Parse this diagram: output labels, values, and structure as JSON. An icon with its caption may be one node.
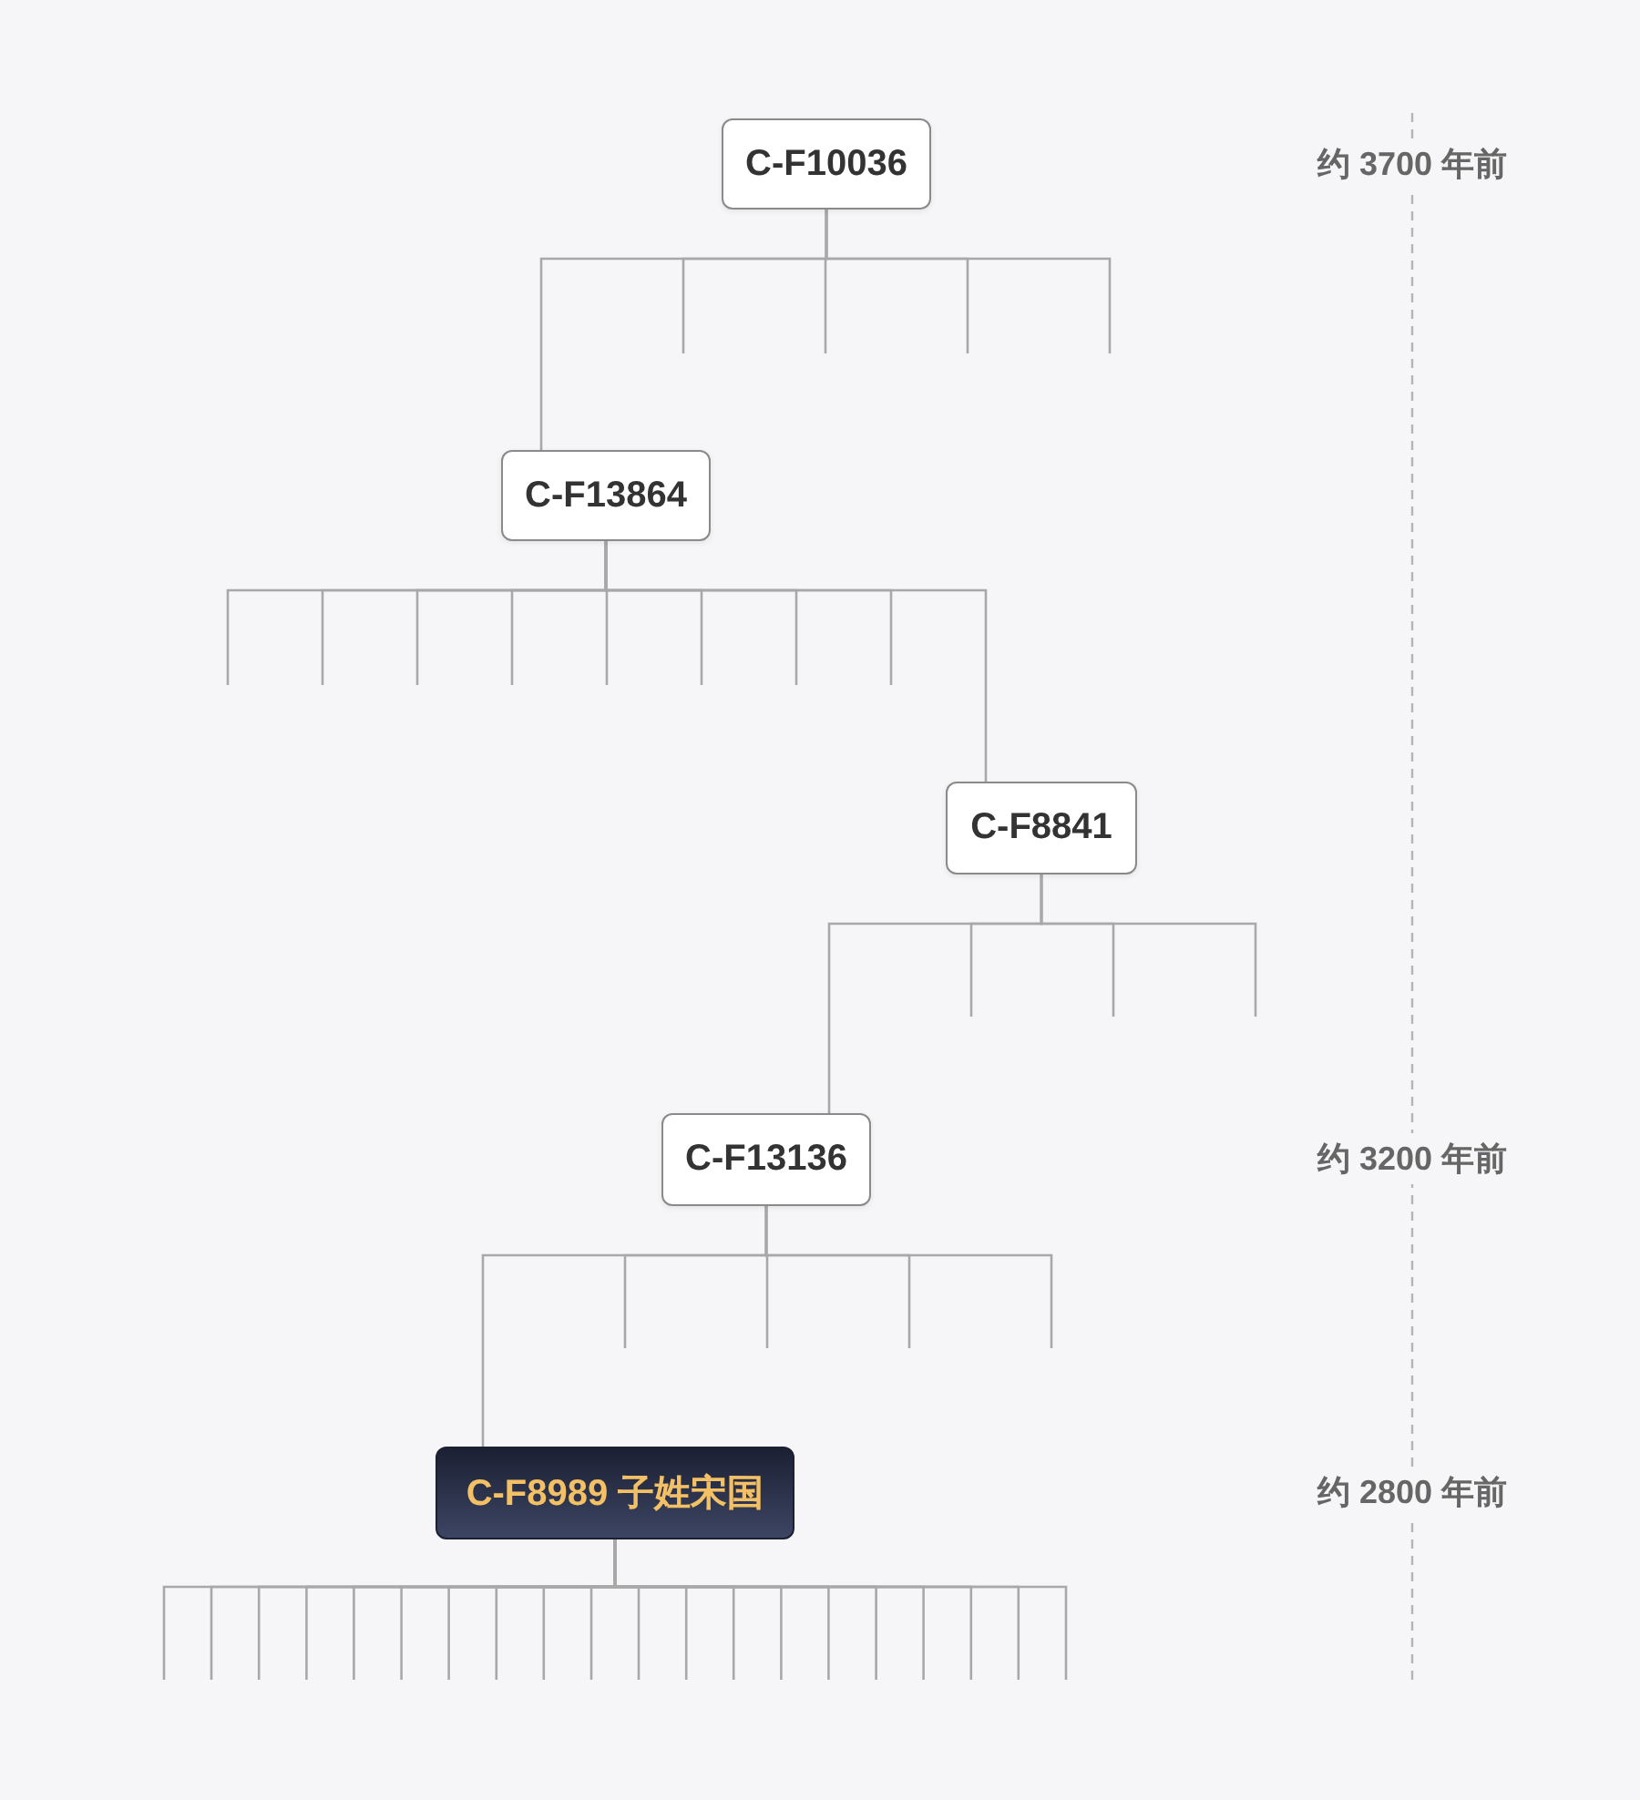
{
  "diagram": {
    "nodes": [
      {
        "text": [
          "C-F10036"
        ]
      },
      {
        "text": [
          "C-F13864"
        ]
      },
      {
        "text": [
          "C-F8841"
        ]
      },
      {
        "text": [
          "C-F13136"
        ]
      },
      {
        "text": [
          "C-F8989 子姓宋国"
        ]
      }
    ],
    "edges": [
      {
        "from": 0,
        "to": 1,
        "arrow": "none"
      },
      {
        "from": 0,
        "to": null,
        "arrow": "none"
      },
      {
        "from": 0,
        "to": null,
        "arrow": "none"
      },
      {
        "from": 0,
        "to": null,
        "arrow": "none"
      },
      {
        "from": 0,
        "to": null,
        "arrow": "none"
      },
      {
        "from": 1,
        "to": null,
        "arrow": "none"
      },
      {
        "from": 1,
        "to": null,
        "arrow": "none"
      },
      {
        "from": 1,
        "to": null,
        "arrow": "none"
      },
      {
        "from": 1,
        "to": null,
        "arrow": "none"
      },
      {
        "from": 1,
        "to": null,
        "arrow": "none"
      },
      {
        "from": 1,
        "to": null,
        "arrow": "none"
      },
      {
        "from": 1,
        "to": null,
        "arrow": "none"
      },
      {
        "from": 1,
        "to": null,
        "arrow": "none"
      },
      {
        "from": 1,
        "to": 2,
        "arrow": "none"
      },
      {
        "from": 2,
        "to": 3,
        "arrow": "none"
      },
      {
        "from": 2,
        "to": null,
        "arrow": "none"
      },
      {
        "from": 2,
        "to": null,
        "arrow": "none"
      },
      {
        "from": 2,
        "to": null,
        "arrow": "none"
      },
      {
        "from": 3,
        "to": 4,
        "arrow": "none"
      },
      {
        "from": 3,
        "to": null,
        "arrow": "none"
      },
      {
        "from": 3,
        "to": null,
        "arrow": "none"
      },
      {
        "from": 3,
        "to": null,
        "arrow": "none"
      },
      {
        "from": 3,
        "to": null,
        "arrow": "none"
      },
      {
        "from": 4,
        "to": null,
        "arrow": "none"
      },
      {
        "from": 4,
        "to": null,
        "arrow": "none"
      },
      {
        "from": 4,
        "to": null,
        "arrow": "none"
      },
      {
        "from": 4,
        "to": null,
        "arrow": "none"
      },
      {
        "from": 4,
        "to": null,
        "arrow": "none"
      },
      {
        "from": 4,
        "to": null,
        "arrow": "none"
      },
      {
        "from": 4,
        "to": null,
        "arrow": "none"
      },
      {
        "from": 4,
        "to": null,
        "arrow": "none"
      },
      {
        "from": 4,
        "to": null,
        "arrow": "none"
      },
      {
        "from": 4,
        "to": null,
        "arrow": "none"
      },
      {
        "from": 4,
        "to": null,
        "arrow": "none"
      },
      {
        "from": 4,
        "to": null,
        "arrow": "none"
      },
      {
        "from": 4,
        "to": null,
        "arrow": "none"
      },
      {
        "from": 4,
        "to": null,
        "arrow": "none"
      },
      {
        "from": 4,
        "to": null,
        "arrow": "none"
      },
      {
        "from": 4,
        "to": null,
        "arrow": "none"
      },
      {
        "from": 4,
        "to": null,
        "arrow": "none"
      },
      {
        "from": 4,
        "to": null,
        "arrow": "none"
      },
      {
        "from": 4,
        "to": null,
        "arrow": "none"
      },
      {
        "from": 4,
        "to": null,
        "arrow": "none"
      }
    ],
    "labels": [
      "约 3700 年前",
      "约 3200 年前",
      "约 2800 年前"
    ]
  }
}
